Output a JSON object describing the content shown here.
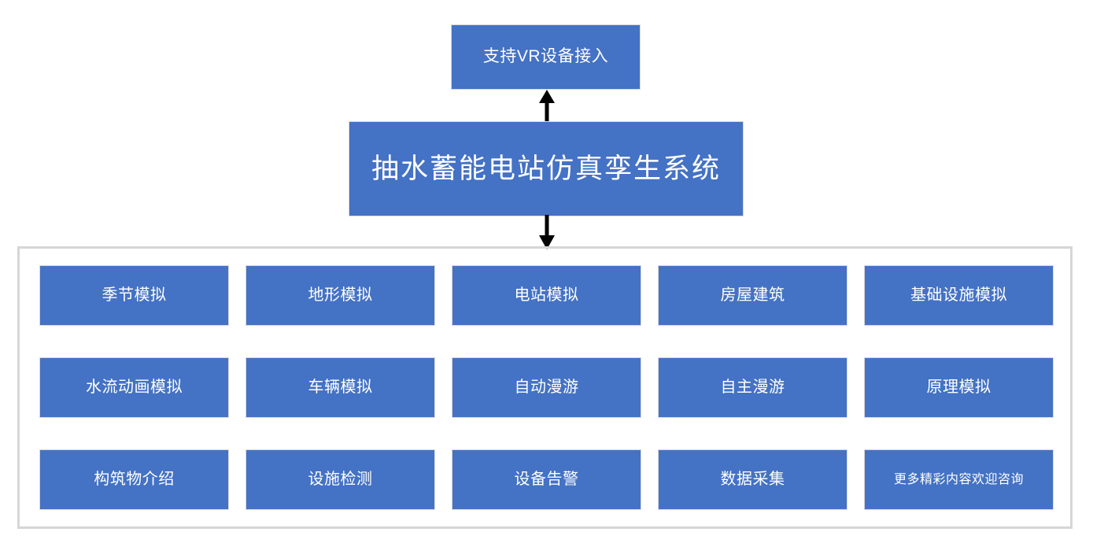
{
  "diagram": {
    "vr_node": {
      "label": "支持VR设备接入"
    },
    "system_node": {
      "label": "抽水蓄能电站仿真孪生系统"
    },
    "connectors": [
      {
        "name": "arrow-up",
        "direction": "up"
      },
      {
        "name": "arrow-down",
        "direction": "down"
      }
    ],
    "features": {
      "rows": [
        [
          {
            "label": "季节模拟",
            "size": "normal"
          },
          {
            "label": "地形模拟",
            "size": "normal"
          },
          {
            "label": "电站模拟",
            "size": "normal"
          },
          {
            "label": "房屋建筑",
            "size": "normal"
          },
          {
            "label": "基础设施模拟",
            "size": "normal"
          }
        ],
        [
          {
            "label": "水流动画模拟",
            "size": "normal"
          },
          {
            "label": "车辆模拟",
            "size": "normal"
          },
          {
            "label": "自动漫游",
            "size": "normal"
          },
          {
            "label": "自主漫游",
            "size": "normal"
          },
          {
            "label": "原理模拟",
            "size": "normal"
          }
        ],
        [
          {
            "label": "构筑物介绍",
            "size": "normal"
          },
          {
            "label": "设施检测",
            "size": "normal"
          },
          {
            "label": "设备告警",
            "size": "normal"
          },
          {
            "label": "数据采集",
            "size": "normal"
          },
          {
            "label": "更多精彩内容欢迎咨询",
            "size": "small"
          }
        ]
      ]
    },
    "colors": {
      "node_fill": "#4472C4",
      "node_text": "#FFFFFF",
      "node_border": "#D9D9D9",
      "container_border": "#D6D6D6",
      "arrow": "#000000",
      "background": "#FFFFFF"
    }
  }
}
